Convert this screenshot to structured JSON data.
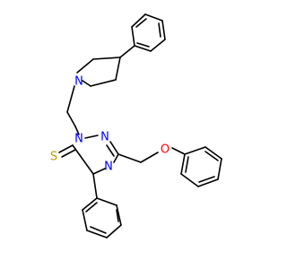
{
  "colors": {
    "bond": "#000000",
    "N": "#0000ff",
    "O": "#ff0000",
    "S": "#b8a000",
    "background": "#ffffff"
  },
  "atoms": [
    {
      "id": "n_pyr",
      "label": "N",
      "element": "N"
    },
    {
      "id": "n1_triazole",
      "label": "N",
      "element": "N"
    },
    {
      "id": "n2_triazole",
      "label": "N",
      "element": "N"
    },
    {
      "id": "n4_triazole",
      "label": "N",
      "element": "N"
    },
    {
      "id": "s_thione",
      "label": "S",
      "element": "S"
    },
    {
      "id": "o_ether",
      "label": "O",
      "element": "O"
    }
  ]
}
